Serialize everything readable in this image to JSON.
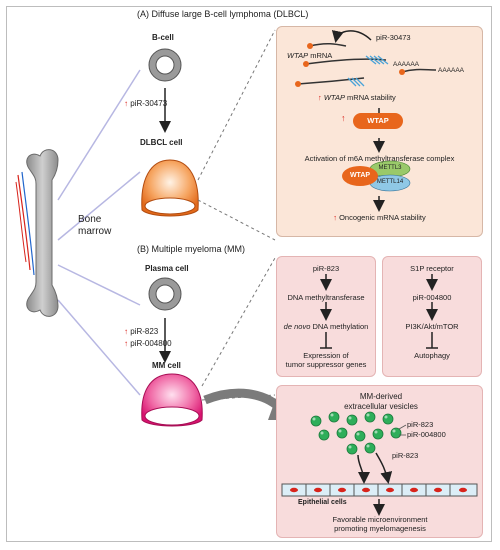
{
  "section_a": {
    "title": "(A) Diffuse large B-cell lymphoma (DLBCL)"
  },
  "section_b": {
    "title": "(B) Multiple myeloma (MM)"
  },
  "bone": {
    "label_line1": "Bone",
    "label_line2": "marrow"
  },
  "cells": {
    "b_cell": "B-cell",
    "dlbcl_cell": "DLBCL cell",
    "plasma_cell": "Plasma cell",
    "mm_cell": "MM cell"
  },
  "dlbcl_left": {
    "pirna": "piR-30473"
  },
  "mm_left": {
    "pirna1": "piR-823",
    "pirna2": "piR-004800"
  },
  "panel_a": {
    "pirna_label": "piR-30473",
    "wtap_mrna_italic": "WTAP",
    "wtap_mrna_suffix": " mRNA",
    "polyA_1": "AAAAAA",
    "polyA_2": "AAAAAA",
    "stability_italic": "WTAP",
    "stability_suffix": " mRNA stability",
    "wtap_badge": "WTAP",
    "activation": "Activation of m6A methyltransferase complex",
    "complex_wtap": "WTAP",
    "complex_mettl3": "METTL3",
    "complex_mettl14": "METTL14",
    "oncogenic": "Oncogenic mRNA stability"
  },
  "panel_b1": {
    "pirna": "piR-823",
    "step1": "DNA methyltransferase",
    "step2_italic": "de novo",
    "step2_suffix": " DNA methylation",
    "step3_line1": "Expression of",
    "step3_line2": "tumor suppressor genes"
  },
  "panel_b2": {
    "receptor": "S1P receptor",
    "pirna": "piR-004800",
    "pathway": "PI3K/Akt/mTOR",
    "outcome": "Autophagy"
  },
  "panel_b3": {
    "title_line1": "MM-derived",
    "title_line2": "extracellular vesicles",
    "ev_pirna1": "piR-823",
    "ev_pirna2": "piR-004800",
    "transfer_pirna": "piR-823",
    "epithelial": "Epithelial cells",
    "outcome_line1": "Favorable microenvironment",
    "outcome_line2": "promoting myelomagenesis"
  },
  "colors": {
    "panel_fill": "#fbe6d8",
    "pink_fill": "#f8dcdc",
    "wtap_orange": "#e8661c",
    "mettl3_green": "#9ac96a",
    "mettl14_blue": "#8fc8e6",
    "mm_pink": "#e0157a",
    "vesicle_green": "#2eae5a",
    "up_arrow": "#d8241c"
  }
}
